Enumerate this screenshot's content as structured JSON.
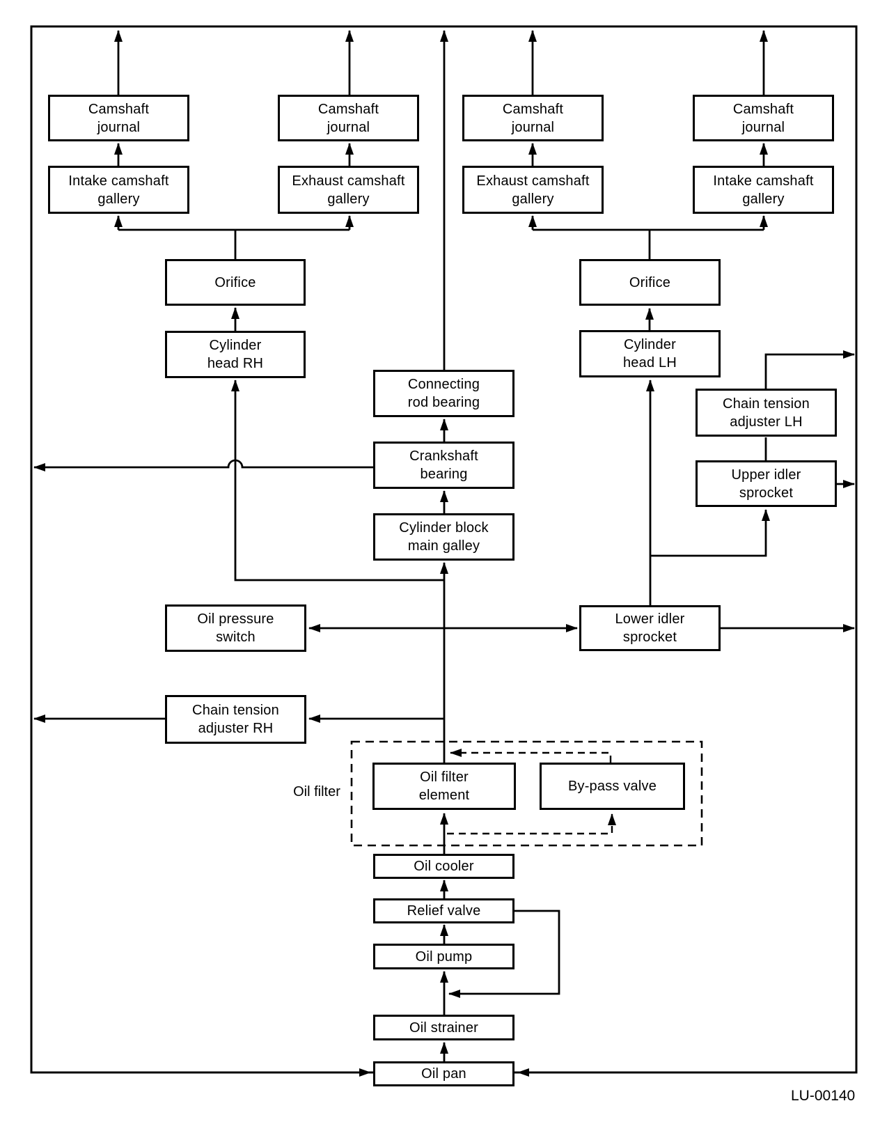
{
  "figure": {
    "code": "LU-00140"
  },
  "colors": {
    "line": "#000000",
    "background": "#ffffff"
  },
  "group_labels": {
    "oil_filter": "Oil filter"
  },
  "nodes": {
    "camshaft_journal_1": {
      "label": "Camshaft\njournal"
    },
    "camshaft_journal_2": {
      "label": "Camshaft\njournal"
    },
    "camshaft_journal_3": {
      "label": "Camshaft\njournal"
    },
    "camshaft_journal_4": {
      "label": "Camshaft\njournal"
    },
    "intake_camshaft_gallery_rh": {
      "label": "Intake camshaft\ngallery"
    },
    "exhaust_camshaft_gallery_rh": {
      "label": "Exhaust camshaft\ngallery"
    },
    "exhaust_camshaft_gallery_lh": {
      "label": "Exhaust camshaft\ngallery"
    },
    "intake_camshaft_gallery_lh": {
      "label": "Intake camshaft\ngallery"
    },
    "orifice_rh": {
      "label": "Orifice"
    },
    "cylinder_head_rh": {
      "label": "Cylinder\nhead RH"
    },
    "orifice_lh": {
      "label": "Orifice"
    },
    "cylinder_head_lh": {
      "label": "Cylinder\nhead LH"
    },
    "connecting_rod_bearing": {
      "label": "Connecting\nrod bearing"
    },
    "crankshaft_bearing": {
      "label": "Crankshaft\nbearing"
    },
    "cylinder_block_main_galley": {
      "label": "Cylinder block\nmain galley"
    },
    "chain_tension_adjuster_lh": {
      "label": "Chain tension\nadjuster LH"
    },
    "upper_idler_sprocket": {
      "label": "Upper idler\nsprocket"
    },
    "lower_idler_sprocket": {
      "label": "Lower idler\nsprocket"
    },
    "oil_pressure_switch": {
      "label": "Oil pressure\nswitch"
    },
    "chain_tension_adjuster_rh": {
      "label": "Chain tension\nadjuster RH"
    },
    "oil_filter_element": {
      "label": "Oil filter\nelement"
    },
    "bypass_valve": {
      "label": "By-pass valve"
    },
    "oil_cooler": {
      "label": "Oil cooler"
    },
    "relief_valve": {
      "label": "Relief valve"
    },
    "oil_pump": {
      "label": "Oil pump"
    },
    "oil_strainer": {
      "label": "Oil strainer"
    },
    "oil_pan": {
      "label": "Oil pan"
    }
  }
}
